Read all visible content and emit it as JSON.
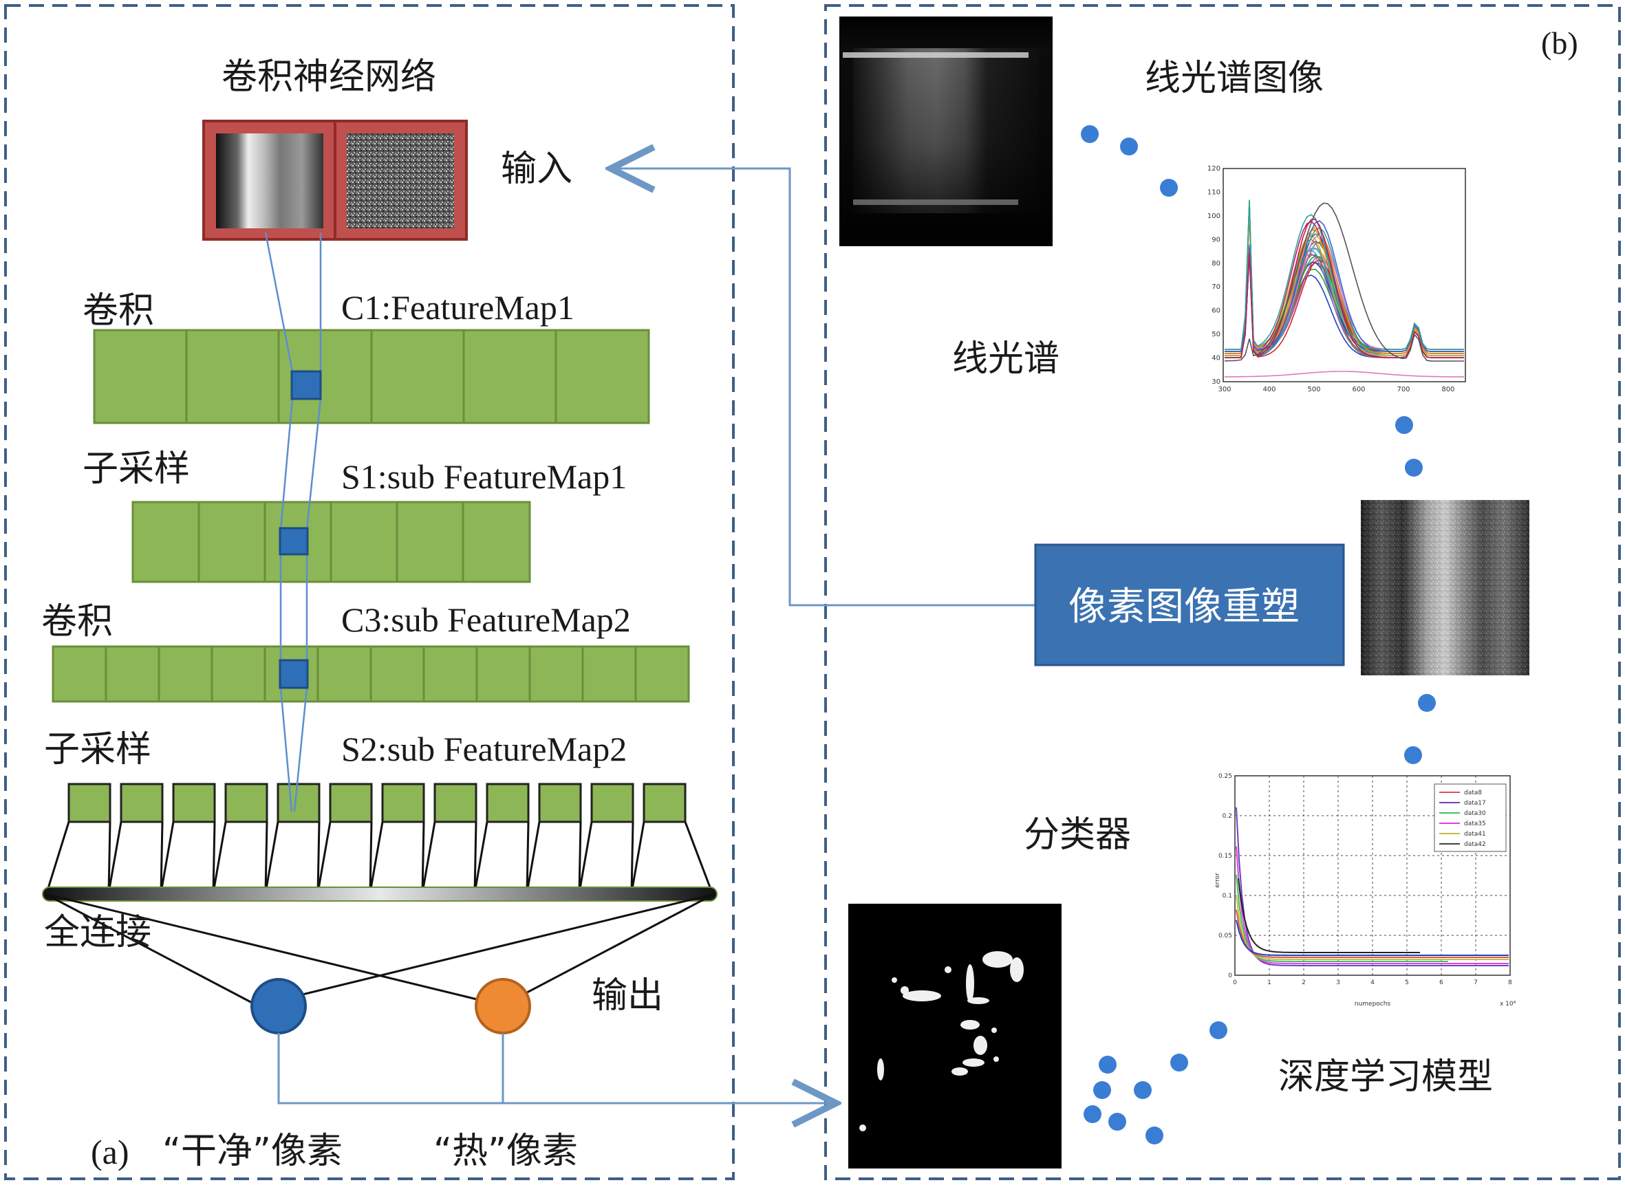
{
  "panel_a": {
    "title": "卷积神经网络",
    "input_label": "输入",
    "layers": [
      {
        "type_label": "卷积",
        "map_label": "C1:FeatureMap1",
        "cells": 6
      },
      {
        "type_label": "子采样",
        "map_label": "S1:sub FeatureMap1",
        "cells": 6
      },
      {
        "type_label": "卷积",
        "map_label": "C3:sub FeatureMap2",
        "cells": 12
      },
      {
        "type_label": "子采样",
        "map_label": "S2:sub FeatureMap2",
        "cells": 12
      }
    ],
    "fully_connected_label": "全连接",
    "output_label": "输出",
    "caption_prefix": "(a)",
    "clean_pixel_label": "“干净”像素",
    "hot_pixel_label": "“热”像素",
    "colors": {
      "feature_map": "#8db656",
      "kernel": "#2f6fb8",
      "input_frame": "#c0504d",
      "output_clean": "#2f6fb8",
      "output_hot": "#ef8a34",
      "dashed_border": "#3f5f86"
    }
  },
  "panel_b": {
    "tag": "(b)",
    "line_spectrum_image_label": "线光谱图像",
    "line_spectrum_label": "线光谱",
    "reshape_box_label": "像素图像重塑",
    "classifier_label": "分类器",
    "deep_model_label": "深度学习模型",
    "colors": {
      "reshape_box": "#3b72b1",
      "dots": "#3a7dd4",
      "arrow": "#6d97c4"
    },
    "spectrum_plot": {
      "x_ticks": [
        "300",
        "400",
        "500",
        "600",
        "700",
        "800"
      ],
      "y_ticks": [
        "30",
        "40",
        "50",
        "60",
        "70",
        "80",
        "90",
        "100",
        "110",
        "120"
      ]
    },
    "loss_plot": {
      "y_ticks": [
        "0",
        "0.05",
        "0.1",
        "0.15",
        "0.2",
        "0.25"
      ],
      "x_ticks": [
        "0",
        "1",
        "2",
        "3",
        "4",
        "5",
        "6",
        "7",
        "8"
      ],
      "xlabel": "numepochs",
      "ylabel": "error",
      "x_exponent": "x 10⁴",
      "legend": [
        "data8",
        "data17",
        "data30",
        "data35",
        "data41",
        "data42"
      ],
      "legend_colors": [
        "#e05050",
        "#7040c0",
        "#40c060",
        "#e040e0",
        "#c0c040",
        "#404040"
      ]
    }
  }
}
